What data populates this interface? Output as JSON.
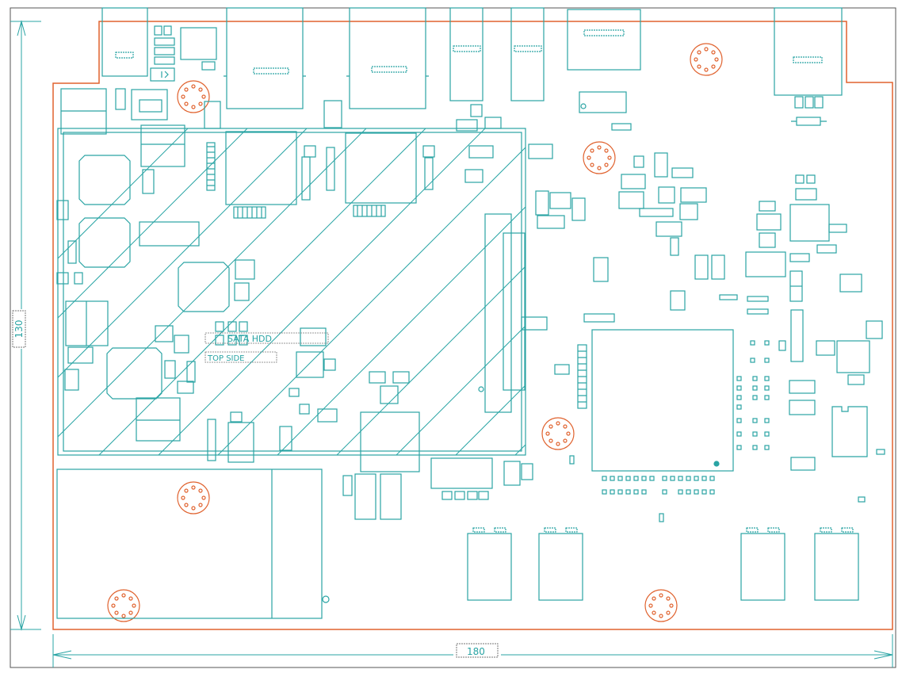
{
  "drawing": {
    "height_dim": "130",
    "width_dim": "180",
    "sata_label": "SATA HDD",
    "top_side_label": "TOP SIDE"
  },
  "colors": {
    "outline": "#e0622e",
    "component": "#2aa4a4",
    "dimension": "#2aa4a4",
    "frame": "#555555"
  }
}
